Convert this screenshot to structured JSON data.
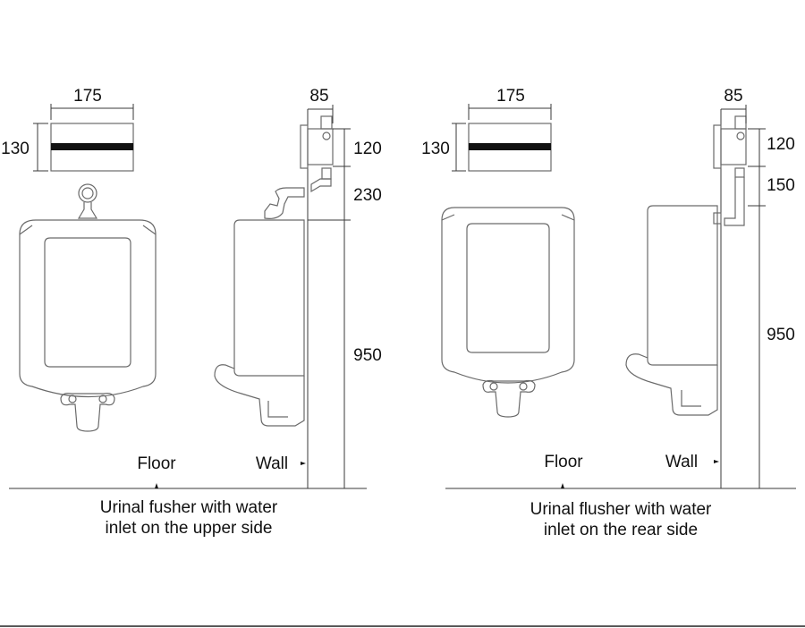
{
  "left_panel": {
    "dim_sensor_width": "175",
    "dim_sensor_height": "130",
    "dim_flusher_width": "85",
    "dim_flusher_height": "120",
    "dim_pipe_height": "230",
    "dim_mount_height": "950",
    "floor_label": "Floor",
    "wall_label": "Wall",
    "caption_line1": "Urinal fusher with water",
    "caption_line2": "inlet on the upper side"
  },
  "right_panel": {
    "dim_sensor_width": "175",
    "dim_sensor_height": "130",
    "dim_flusher_width": "85",
    "dim_flusher_height": "120",
    "dim_pipe_height": "150",
    "dim_mount_height": "950",
    "floor_label": "Floor",
    "wall_label": "Wall",
    "caption_line1": "Urinal flusher with water",
    "caption_line2": "inlet on the rear side"
  }
}
